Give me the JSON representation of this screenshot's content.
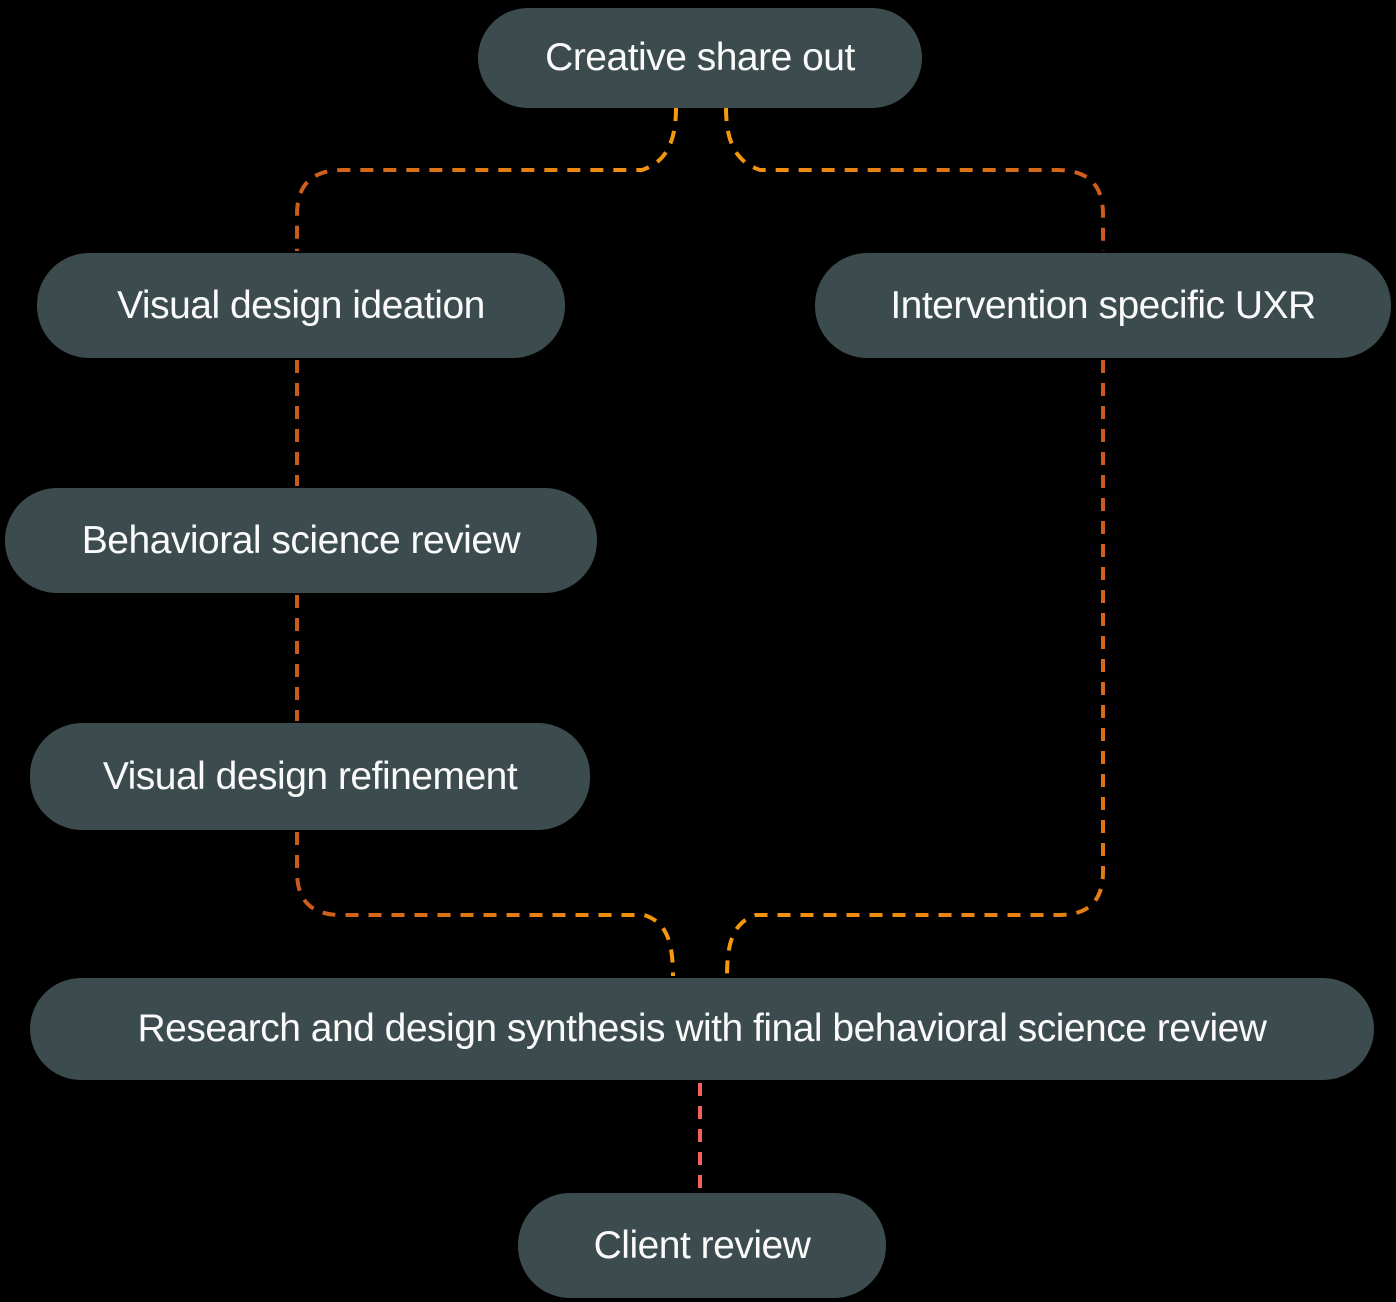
{
  "diagram": {
    "type": "flowchart",
    "background": "#000000",
    "node_style": {
      "fill": "#3C4B4E",
      "text_color": "#FAFAFA",
      "shape": "rounded-pill"
    },
    "colors": {
      "amber": "#F79A0D",
      "rust": "#CB5B1D",
      "salmon": "#F4605B"
    },
    "nodes": [
      {
        "id": "creative-share-out",
        "label": "Creative share out"
      },
      {
        "id": "visual-design-ideation",
        "label": "Visual design ideation"
      },
      {
        "id": "intervention-specific-uxr",
        "label": "Intervention specific UXR"
      },
      {
        "id": "behavioral-science-review",
        "label": "Behavioral science review"
      },
      {
        "id": "visual-design-refinement",
        "label": "Visual design refinement"
      },
      {
        "id": "research-design-synthesis",
        "label": "Research and design synthesis with final behavioral science review"
      },
      {
        "id": "client-review",
        "label": "Client review"
      }
    ],
    "edges": [
      {
        "from": "creative-share-out",
        "to": "visual-design-ideation",
        "style": "dashed",
        "color_start": "#F79A0D",
        "color_end": "#CB5B1D"
      },
      {
        "from": "creative-share-out",
        "to": "intervention-specific-uxr",
        "style": "dashed",
        "color_start": "#F79A0D",
        "color_end": "#CB5B1D"
      },
      {
        "from": "visual-design-ideation",
        "to": "behavioral-science-review",
        "style": "dashed",
        "color_start": "#CB5B1D",
        "color_end": "#CB5B1D"
      },
      {
        "from": "behavioral-science-review",
        "to": "visual-design-refinement",
        "style": "dashed",
        "color_start": "#CB5B1D",
        "color_end": "#CB5B1D"
      },
      {
        "from": "visual-design-refinement",
        "to": "research-design-synthesis",
        "style": "dashed",
        "color_start": "#CB5B1D",
        "color_end": "#F79A0D"
      },
      {
        "from": "intervention-specific-uxr",
        "to": "research-design-synthesis",
        "style": "dashed",
        "color_start": "#CB5B1D",
        "color_end": "#F79A0D"
      },
      {
        "from": "research-design-synthesis",
        "to": "client-review",
        "style": "dashed",
        "color_start": "#F4605B",
        "color_end": "#F4605B"
      }
    ]
  }
}
